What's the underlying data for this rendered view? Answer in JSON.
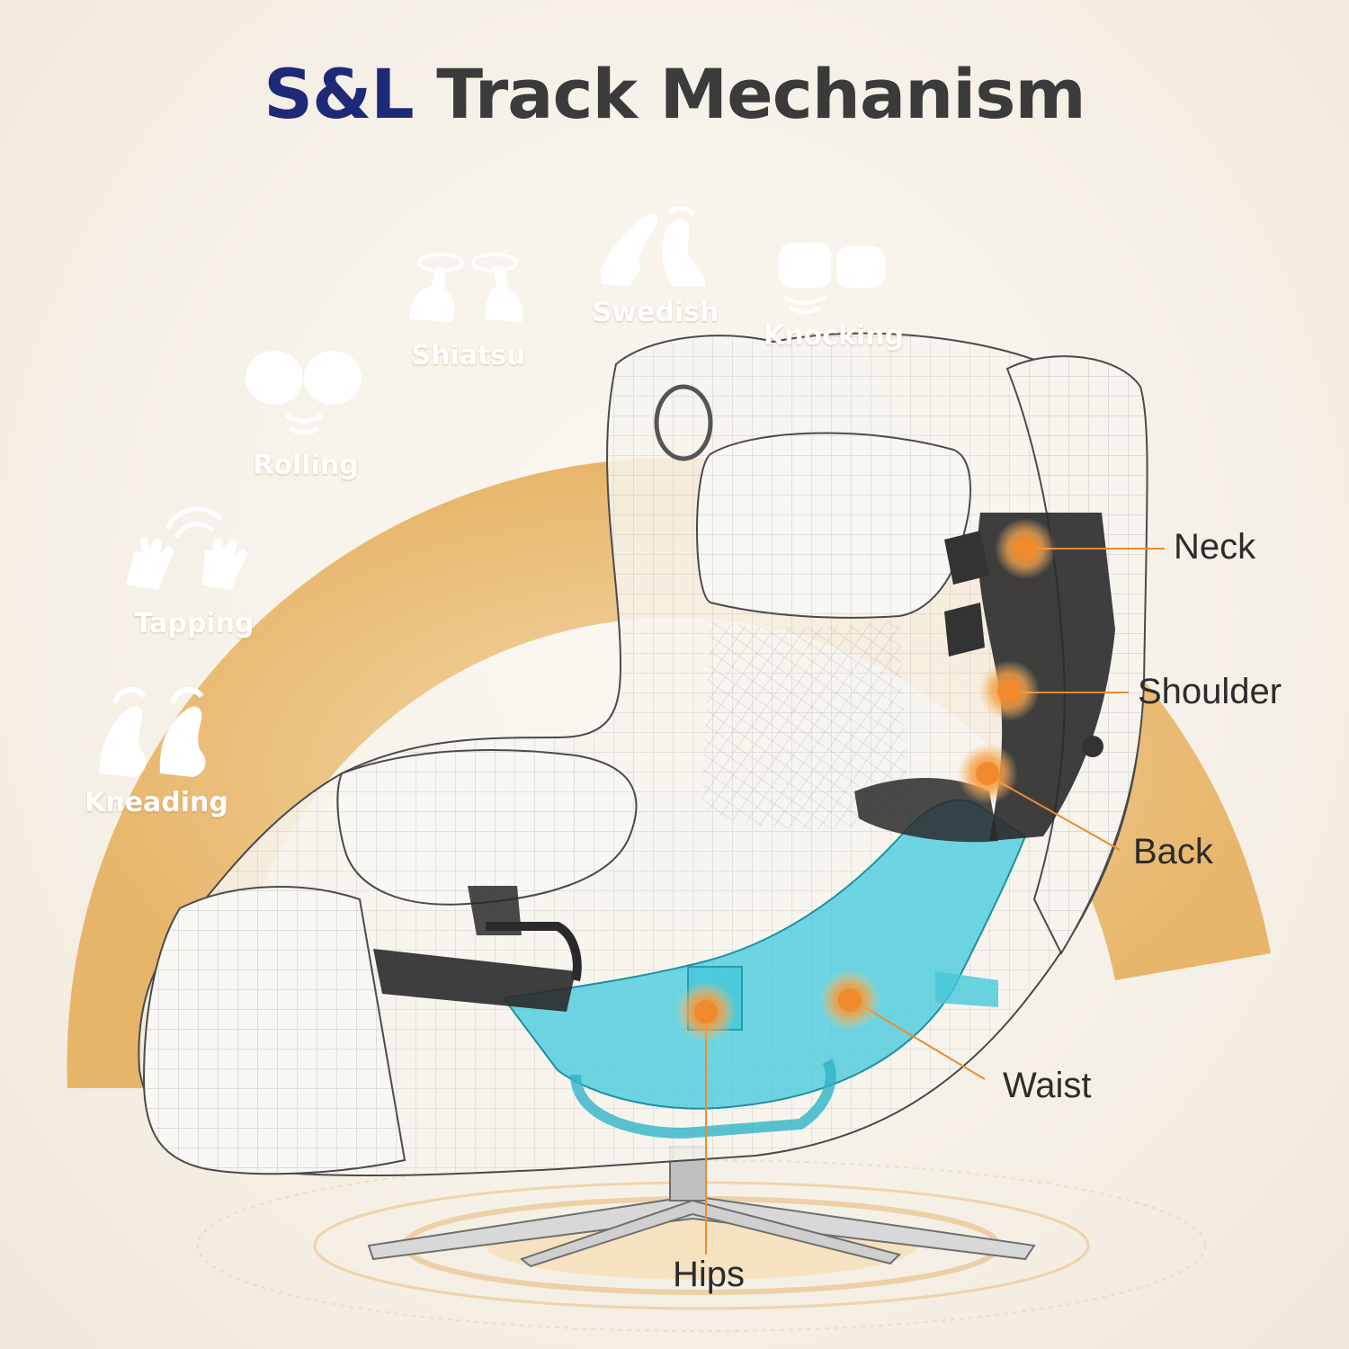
{
  "header": {
    "brand": "S&L",
    "title": "Track Mechanism"
  },
  "techniques": [
    {
      "label": "Kneading",
      "icon": "kneading-hands-icon"
    },
    {
      "label": "Tapping",
      "icon": "tapping-hands-icon"
    },
    {
      "label": "Rolling",
      "icon": "rolling-fists-icon"
    },
    {
      "label": "Shiatsu",
      "icon": "shiatsu-fingers-icon"
    },
    {
      "label": "Swedish",
      "icon": "swedish-hands-icon"
    },
    {
      "label": "Knocking",
      "icon": "knocking-fists-icon"
    }
  ],
  "zones": [
    {
      "label": "Neck"
    },
    {
      "label": "Shoulder"
    },
    {
      "label": "Back"
    },
    {
      "label": "Waist"
    },
    {
      "label": "Hips"
    }
  ],
  "colors": {
    "brand": "#1e2a78",
    "title": "#3b3b3b",
    "arc": "#e9b866",
    "track_cyan": "#3fc8dc",
    "track_dark": "#2a2a2a",
    "marker": "#f08a2c"
  }
}
